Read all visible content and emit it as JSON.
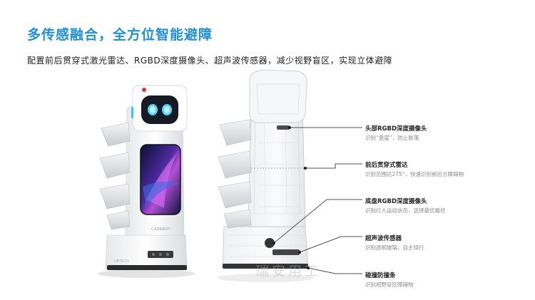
{
  "header": {
    "title": "多传感融合，全方位智能避障",
    "subtitle": "配置前后贯穿式激光雷达、RGBD深度摄像头、超声波传感器，减少视野盲区，实现立体避障"
  },
  "robot": {
    "logo_text": "CADEBOT",
    "base_brand": "UBTECH"
  },
  "callouts": [
    {
      "title": "头部RGBD深度摄像头",
      "desc": "识别“悬崖”，防止跌落"
    },
    {
      "title": "前后贯穿式雷达",
      "desc": "识别范围达275°，快速识别前后方障碍物"
    },
    {
      "title": "底盘RGBD深度摄像头",
      "desc": "识别行人运动状态，选择最优路径"
    },
    {
      "title": "超声波传感器",
      "desc": "识别透明玻璃，自主绕行"
    },
    {
      "title": "碰撞防撞条",
      "desc": "识别视野盲区障碍物"
    }
  ],
  "watermark": "瑞安用工",
  "colors": {
    "accent": "#1f8fd6",
    "screen": "#2a1a6e",
    "eye": "#4fd6ff"
  }
}
